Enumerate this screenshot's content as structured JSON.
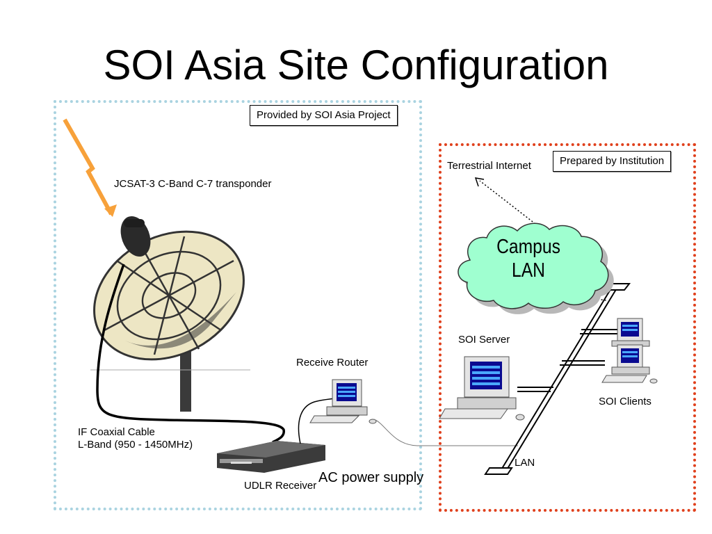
{
  "title": "SOI Asia Site Configuration",
  "regions": {
    "provided": "Provided by SOI Asia Project",
    "prepared": "Prepared by Institution"
  },
  "labels": {
    "transponder": "JCSAT-3 C-Band C-7 transponder",
    "terrestrial": "Terrestrial Internet",
    "campus_lan_line1": "Campus",
    "campus_lan_line2": "LAN",
    "soi_server": "SOI Server",
    "receive_router": "Receive Router",
    "soi_clients": "SOI Clients",
    "cable_line1": "IF Coaxial Cable",
    "cable_line2": "L-Band (950 - 1450MHz)",
    "lan": "LAN",
    "ac_power": "AC power supply",
    "udlr_receiver": "UDLR Receiver"
  },
  "colors": {
    "blue_region": "#a9d3e0",
    "red_region": "#e0401c",
    "signal": "#f7a13a",
    "cloud": "#9fffd0"
  }
}
